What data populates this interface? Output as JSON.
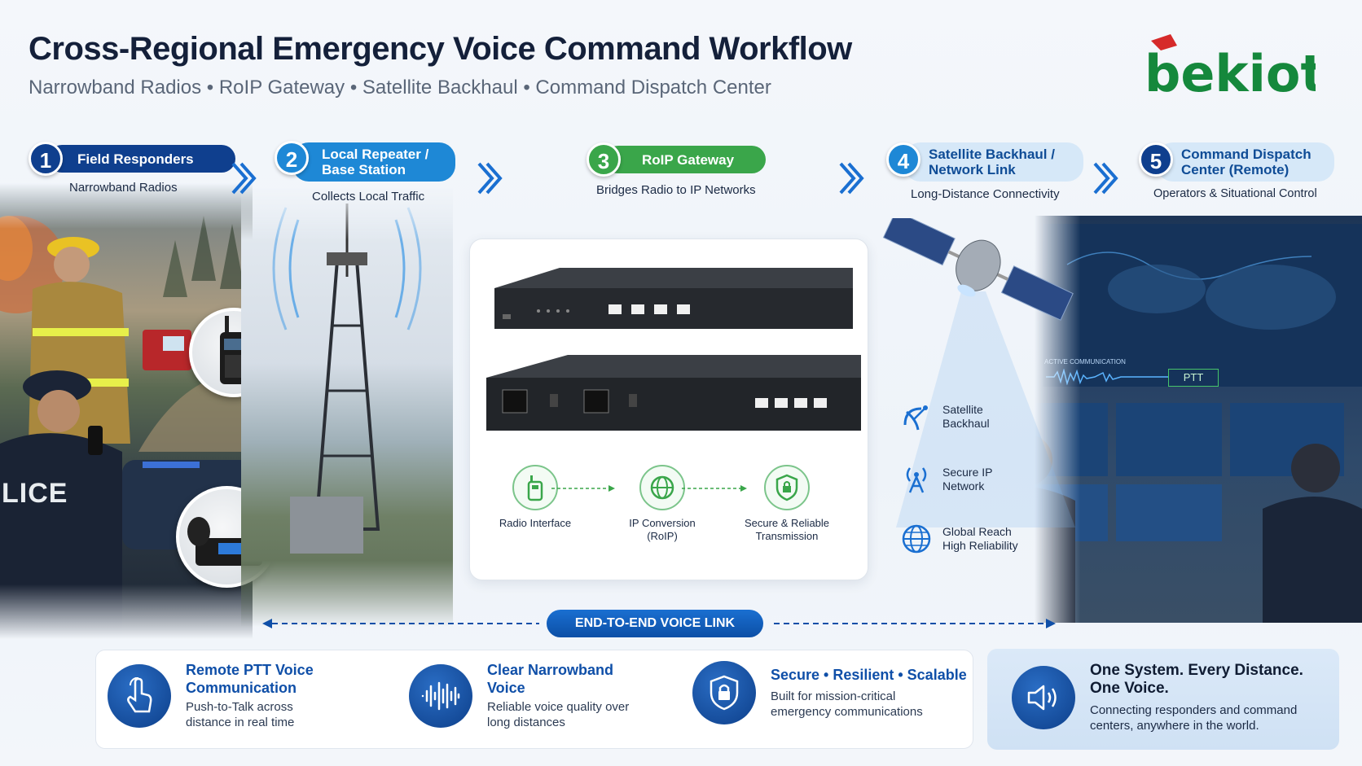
{
  "header": {
    "title": "Cross-Regional Emergency Voice Command Workflow",
    "subtitle": "Narrowband Radios • RoIP Gateway • Satellite Backhaul • Command Dispatch Center",
    "logo_text": "bekiot"
  },
  "steps": [
    {
      "num": "1",
      "title": "Field Responders",
      "sub": "Narrowband Radios"
    },
    {
      "num": "2",
      "title": "Local Repeater / Base Station",
      "title_line1": "Local Repeater /",
      "title_line2": "Base Station",
      "sub": "Collects Local Traffic"
    },
    {
      "num": "3",
      "title": "RoIP Gateway",
      "sub": "Bridges Radio to IP Networks"
    },
    {
      "num": "4",
      "title": "Satellite Backhaul / Network Link",
      "title_line1": "Satellite Backhaul /",
      "title_line2": "Network Link",
      "sub": "Long-Distance Connectivity"
    },
    {
      "num": "5",
      "title": "Command Dispatch Center (Remote)",
      "title_line1": "Command Dispatch",
      "title_line2": "Center (Remote)",
      "sub": "Operators & Situational Control"
    }
  ],
  "gateway_features": [
    {
      "icon": "radio-interface-icon",
      "line1": "Radio Interface",
      "line2": ""
    },
    {
      "icon": "globe-icon",
      "line1": "IP Conversion",
      "line2": "(RoIP)"
    },
    {
      "icon": "shield-lock-icon",
      "line1": "Secure & Reliable",
      "line2": "Transmission"
    }
  ],
  "satellite_features": [
    {
      "icon": "satellite-dish-icon",
      "line1": "Satellite",
      "line2": "Backhaul"
    },
    {
      "icon": "antenna-icon",
      "line1": "Secure IP",
      "line2": "Network"
    },
    {
      "icon": "globe-icon",
      "line1": "Global Reach",
      "line2": "High Reliability"
    }
  ],
  "dispatch_screen": {
    "active_label": "ACTIVE COMMUNICATION",
    "ptt_label": "PTT"
  },
  "police_text": "LICE",
  "end_to_end": "END-TO-END VOICE LINK",
  "bottom_features": [
    {
      "icon": "touch-hand-icon",
      "title_line1": "Remote PTT Voice",
      "title_line2": "Communication",
      "desc_line1": "Push-to-Talk across",
      "desc_line2": "distance in real time"
    },
    {
      "icon": "sound-wave-icon",
      "title_line1": "Clear Narrowband",
      "title_line2": "Voice",
      "desc_line1": "Reliable voice quality over",
      "desc_line2": "long distances"
    },
    {
      "icon": "shield-lock-icon",
      "title_line1": "Secure • Resilient • Scalable",
      "title_line2": "",
      "desc_line1": "Built for mission-critical",
      "desc_line2": "emergency communications"
    }
  ],
  "slogan": {
    "icon": "speaker-icon",
    "title_line1": "One System. Every Distance.",
    "title_line2": "One Voice.",
    "desc_line1": "Connecting responders and command",
    "desc_line2": "centers, anywhere in the world."
  },
  "colors": {
    "step1": "#0f3f8e",
    "step2": "#1e88d6",
    "step3": "#3aa64a",
    "step4": "#d6e8f8",
    "step5": "#d6e8f8",
    "accent_blue": "#0f4fa8",
    "brand_green": "#15883c",
    "brand_red": "#d62a2a"
  }
}
